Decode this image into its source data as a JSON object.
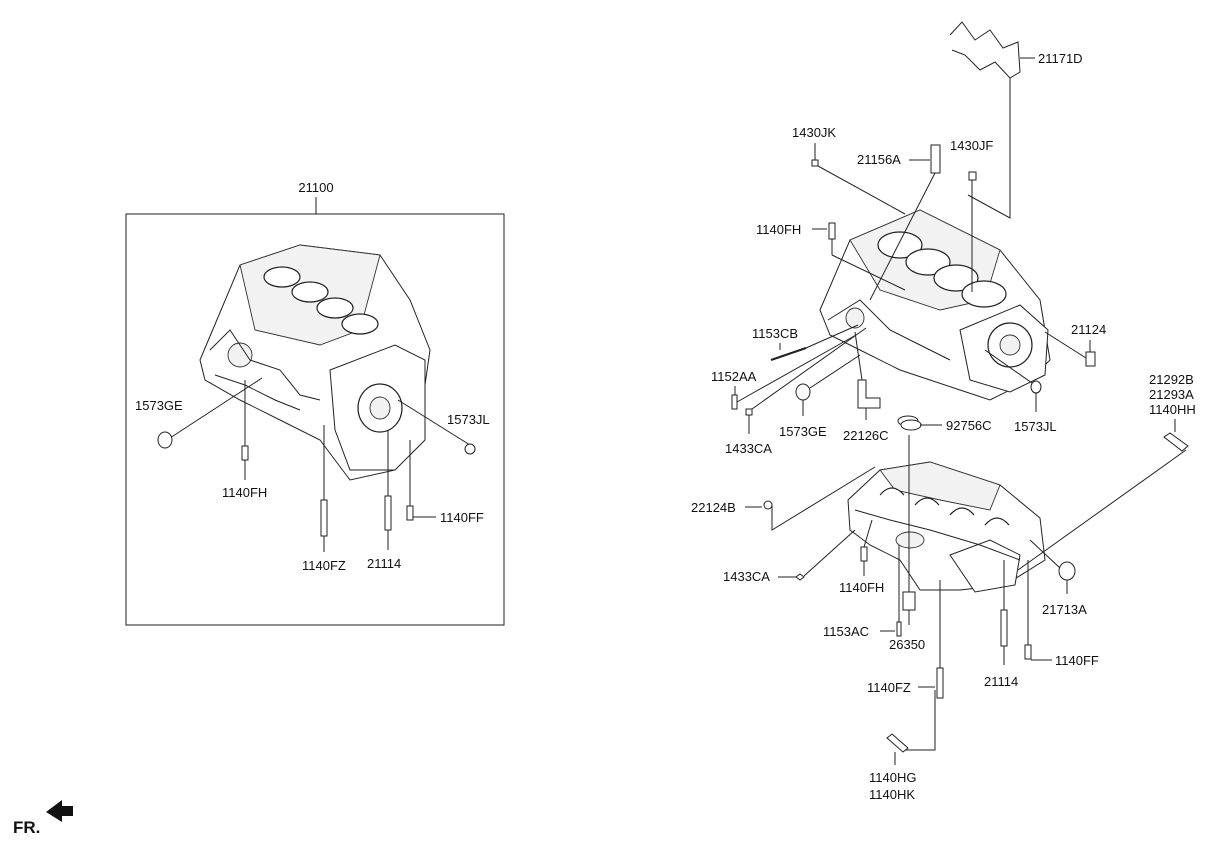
{
  "diagram": {
    "front_marker": "FR.",
    "assembly": {
      "number": "21100",
      "labels": {
        "seal_left": "1573GE",
        "seal_right": "1573JL",
        "bolt_main": "1140FH",
        "bolt_long": "1140FZ",
        "bolt_stud": "21114",
        "bolt_short": "1140FF"
      }
    },
    "cylinder_block": {
      "labels": {
        "baffle": "21171D",
        "plug_top_left": "1430JK",
        "dowel_top": "21156A",
        "plug_top_right": "1430JF",
        "bolt_top": "1140FH",
        "pin_a": "1153CB",
        "pin_b": "1152AA",
        "plug_low": "1433CA",
        "seal_left": "1573GE",
        "nozzle": "22126C",
        "oring": "92756C",
        "seal_right": "1573JL",
        "dowel_right": "21124"
      }
    },
    "lower_block": {
      "labels": {
        "bolt_group": [
          "21292B",
          "21293A",
          "1140HH"
        ],
        "plug": "22124B",
        "plug_low": "1433CA",
        "bolt_main": "1140FH",
        "pin": "1153AC",
        "sensor": "26350",
        "bolt_long": "1140FZ",
        "bolt_stud": "21114",
        "bolt_short": "1140FF",
        "seal": "21713A",
        "bolt_bottom": [
          "1140HG",
          "1140HK"
        ]
      }
    }
  }
}
